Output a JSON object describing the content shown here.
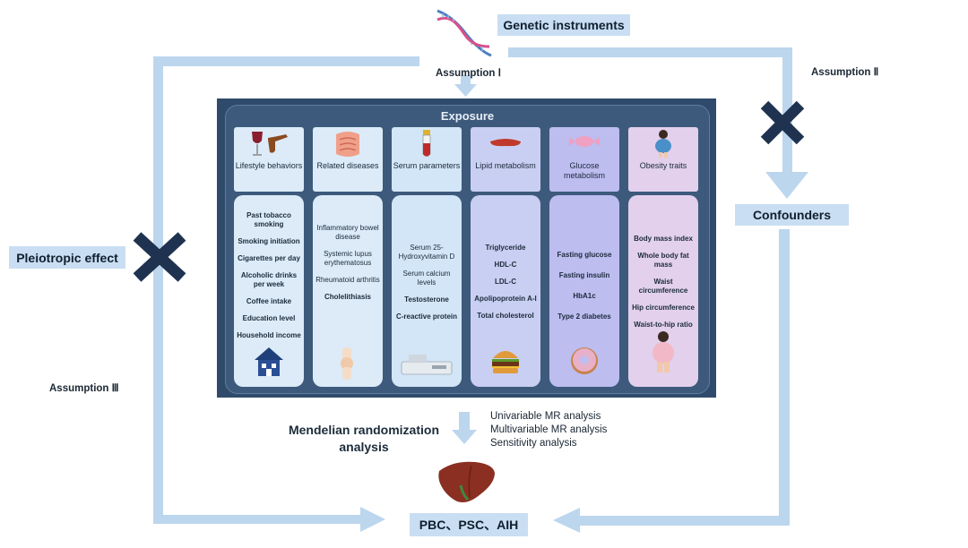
{
  "genetic_instruments": "Genetic instruments",
  "assumption_1": "Assumption Ⅰ",
  "assumption_2": "Assumption Ⅱ",
  "assumption_3": "Assumption Ⅲ",
  "confounders": "Confounders",
  "pleiotropic_effect": "Pleiotropic effect",
  "exposure_title": "Exposure",
  "categories": [
    {
      "name": "Lifestyle behaviors",
      "items": [
        "Past tobacco smoking",
        "Smoking initiation",
        "Cigarettes per day",
        "Alcoholic drinks per week",
        "Coffee intake",
        "Education level",
        "Household income"
      ]
    },
    {
      "name": "Related diseases",
      "items": [
        "Inflammatory bowel disease",
        "Systemic lupus erythematosus",
        "Rheumatoid arthritis",
        "Cholelithiasis"
      ]
    },
    {
      "name": "Serum parameters",
      "items": [
        "Serum 25-Hydroxyvitamin D",
        "Serum calcium levels",
        "Testosterone",
        "C-reactive protein"
      ]
    },
    {
      "name": "Lipid metabolism",
      "items": [
        "Triglyceride",
        "HDL-C",
        "LDL-C",
        "Apolipoprotein A-I",
        "Total cholesterol"
      ]
    },
    {
      "name": "Glucose metabolism",
      "items": [
        "Fasting glucose",
        "Fasting insulin",
        "HbA1c",
        "Type 2 diabetes"
      ]
    },
    {
      "name": "Obesity traits",
      "items": [
        "Body mass index",
        "Whole body fat mass",
        "Waist circumference",
        "Hip circumference",
        "Waist-to-hip ratio"
      ]
    }
  ],
  "mr_analysis_title": "Mendelian randomization analysis",
  "mr_methods": [
    "Univariable MR analysis",
    "Multivariable MR analysis",
    "Sensitivity analysis"
  ],
  "outcome": "PBC、PSC、AIH",
  "colors": {
    "flow_arrow": "#bcd6ee",
    "label_box": "#c9def2",
    "x_mark": "#1f3350",
    "panel_bg": "#2f4a6b",
    "category_fills": [
      "#dcebf7",
      "#dcebf7",
      "#d3e6f7",
      "#c9cff2",
      "#bdbdf0",
      "#e2d0ec"
    ]
  }
}
